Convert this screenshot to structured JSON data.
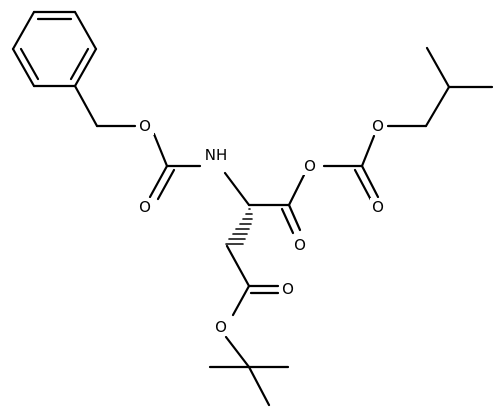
{
  "molecule": {
    "atom_labels": {
      "o_benzyl_ester": "O",
      "o_carbamate_carbonyl": "O",
      "n_amide": "NH",
      "o_anhydride_bridge": "O",
      "o_carbonate_carbonyl": "O",
      "o_isobutyl_ester": "O",
      "o_acyl_carbonyl": "O",
      "o_tbu_ester_carbonyl": "O",
      "o_tbu_ester": "O"
    }
  }
}
